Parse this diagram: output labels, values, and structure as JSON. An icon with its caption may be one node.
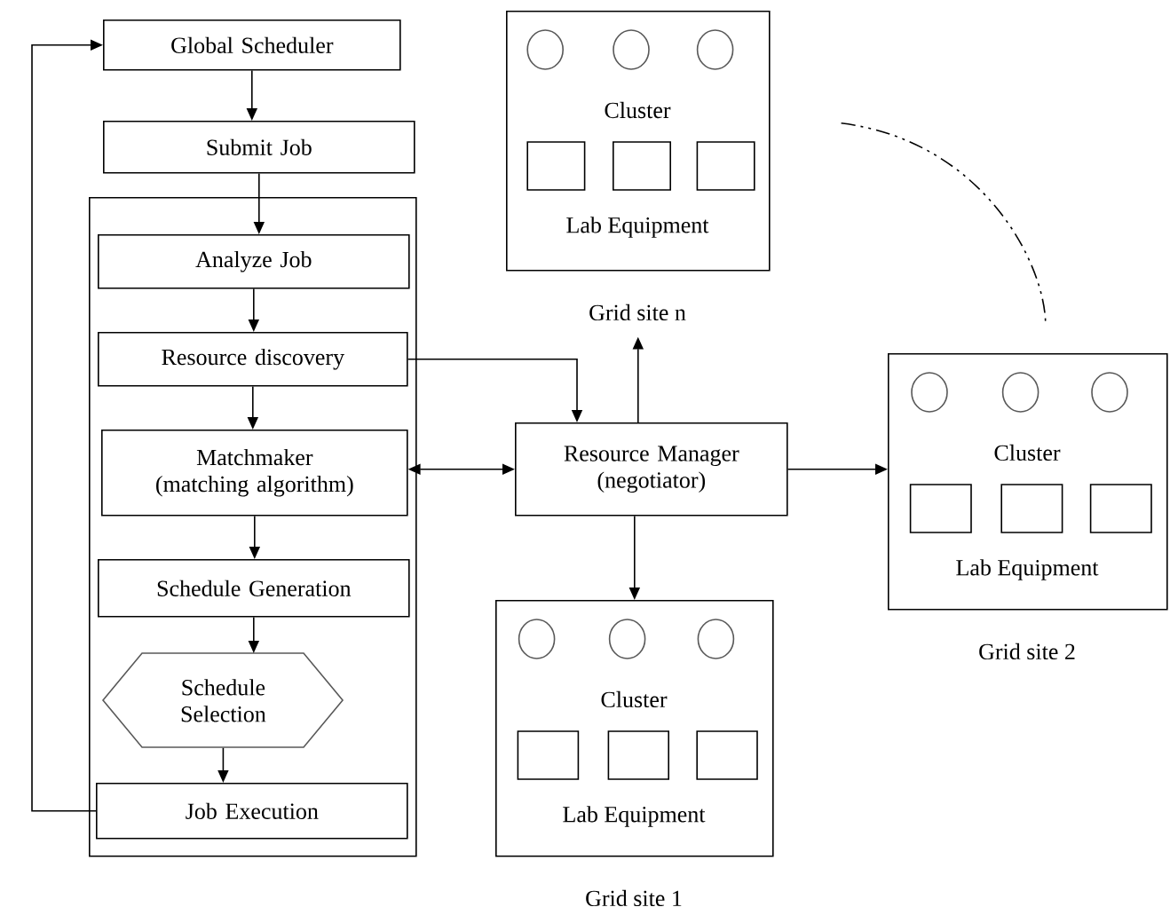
{
  "diagram": {
    "nodes": [
      {
        "text": [
          "Global Scheduler"
        ]
      },
      {
        "text": [
          "Submit Job"
        ]
      },
      {
        "text": [],
        "shape": "box"
      },
      {
        "text": [
          "Analyze Job"
        ],
        "in": 2
      },
      {
        "text": [
          "Resource discovery"
        ],
        "in": 2
      },
      {
        "text": [
          "Matchmaker (matching algorithm)"
        ],
        "in": 2
      },
      {
        "text": [
          "Schedule Generation"
        ],
        "in": 2
      },
      {
        "text": [
          "Schedule Selection"
        ],
        "in": 2
      },
      {
        "text": [
          "Job Execution"
        ],
        "in": 2
      },
      {
        "text": [
          "Resource Manager (negotiator)"
        ]
      },
      {
        "text": [
          "Cluster",
          "Lab Equipment"
        ],
        "beside": [
          "Grid site n"
        ]
      },
      {
        "text": [
          "Cluster",
          "Lab Equipment"
        ],
        "beside": [
          "Grid site 2"
        ]
      },
      {
        "text": [
          "Cluster",
          "Lab Equipment"
        ],
        "beside": [
          "Grid site 1"
        ]
      }
    ],
    "edges": [
      {
        "from": 0,
        "to": 1,
        "arrow": "to"
      },
      {
        "from": 1,
        "to": 3,
        "arrow": "to"
      },
      {
        "from": 3,
        "to": 4,
        "arrow": "to"
      },
      {
        "from": 4,
        "to": 5,
        "arrow": "to"
      },
      {
        "from": 5,
        "to": 6,
        "arrow": "to"
      },
      {
        "from": 6,
        "to": 7,
        "arrow": "to"
      },
      {
        "from": 7,
        "to": 8,
        "arrow": "to"
      },
      {
        "from": 8,
        "to": 0,
        "arrow": "to"
      },
      {
        "from": 4,
        "to": 9,
        "arrow": "to"
      },
      {
        "from": 9,
        "to": 5,
        "arrow": "both"
      },
      {
        "from": 9,
        "to": 10,
        "arrow": "to"
      },
      {
        "from": 9,
        "to": 11,
        "arrow": "to"
      },
      {
        "from": 9,
        "to": 12,
        "arrow": "to"
      },
      {
        "from": 10,
        "to": 11,
        "arrow": "none",
        "style": "dashed"
      }
    ]
  }
}
